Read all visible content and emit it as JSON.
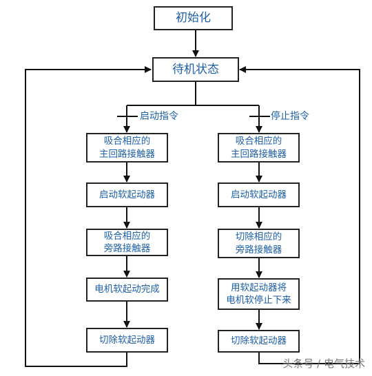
{
  "flowchart": {
    "init": "初始化",
    "standby": "待机状态",
    "start_command": "启动指令",
    "stop_command": "停止指令",
    "left_steps": [
      "吸合相应的\n主回路接触器",
      "启动软起动器",
      "吸合相应的\n旁路接触器",
      "电机软起动完成",
      "切除软起动器"
    ],
    "right_steps": [
      "吸合相应的\n主回路接触器",
      "启动软起动器",
      "切除相应的\n旁路接触器",
      "用软起动器将\n电机软停止下来",
      "切除软起动器"
    ]
  },
  "watermark": "头条号 / 电气技术"
}
